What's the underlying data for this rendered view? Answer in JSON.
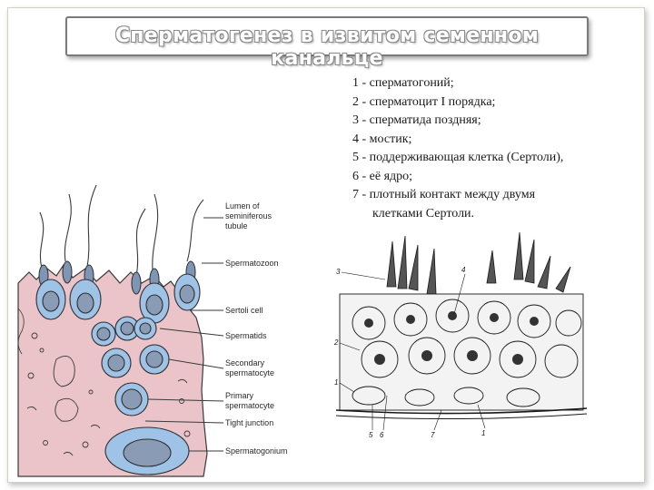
{
  "slide": {
    "title": "Сперматогенез в извитом семенном канальце"
  },
  "legend": {
    "items": [
      "1 - сперматогоний;",
      "2 - сперматоцит I порядка;",
      "3 - сперматида поздняя;",
      "4 - мостик;",
      "5 - поддерживающая клетка (Сертоли),",
      "6 - её ядро;",
      "7 - плотный контакт между двумя",
      "клетками Сертоли."
    ]
  },
  "left_figure": {
    "labels": {
      "lumen_1": "Lumen of",
      "lumen_2": "seminiferous",
      "lumen_3": "tubule",
      "spermatozoon": "Spermatozoon",
      "sertoli": "Sertoli cell",
      "spermatids": "Spermatids",
      "secondary_1": "Secondary",
      "secondary_2": "spermatocyte",
      "primary_1": "Primary",
      "primary_2": "spermatocyte",
      "tight_junction": "Tight junction",
      "spermatogonium": "Spermatogonium"
    },
    "colors": {
      "cytoplasm": "#eac4c9",
      "cell_blue": "#9ec3e6",
      "nucleus": "#8a9cb5",
      "outline": "#3a3a3a"
    }
  },
  "right_figure": {
    "labels": {
      "n3": "3",
      "n4": "4",
      "n2": "2",
      "n1a": "1",
      "n5": "5",
      "n6": "6",
      "n7": "7",
      "n1b": "1"
    }
  }
}
